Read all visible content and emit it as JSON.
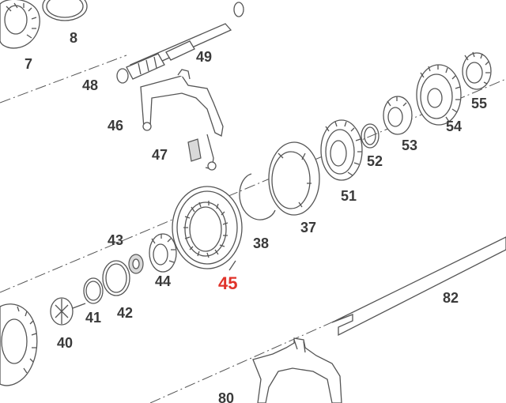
{
  "diagram": {
    "highlight_color": "#e0332a",
    "label_color": "#3a3a3a",
    "labels": {
      "p7": "7",
      "p8": "8",
      "p49": "49",
      "p48": "48",
      "p46": "46",
      "p47": "47",
      "p55": "55",
      "p54": "54",
      "p53": "53",
      "p52": "52",
      "p51": "51",
      "p37": "37",
      "p38": "38",
      "p43": "43",
      "p44": "44",
      "p45": "45",
      "p41": "41",
      "p42": "42",
      "p40": "40",
      "p82": "82",
      "p80": "80"
    }
  }
}
